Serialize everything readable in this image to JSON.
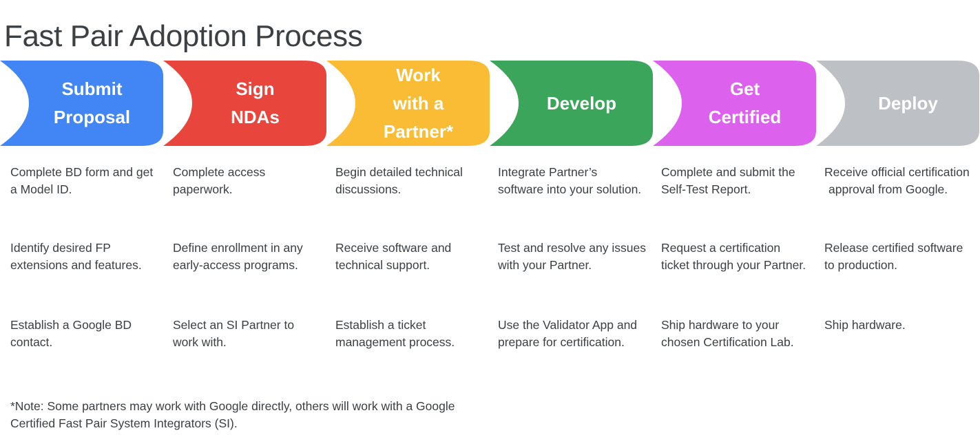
{
  "page": {
    "title": "Fast Pair Adoption Process",
    "background_color": "#ffffff",
    "text_color": "#3c4043"
  },
  "stages": [
    {
      "label": "Submit\nProposal",
      "color": "#4285f4",
      "name": "submit-proposal",
      "items": [
        "Complete BD form and get a Model ID.",
        "Identify desired FP extensions and features.",
        "Establish a Google BD contact."
      ]
    },
    {
      "label": "Sign\nNDAs",
      "color": "#e8453c",
      "name": "sign-ndas",
      "items": [
        "Complete access paperwork.",
        "Define enrollment in any early-access programs.",
        "Select an SI Partner to work with."
      ]
    },
    {
      "label": "Work\nwith a\nPartner*",
      "color": "#f9bc34",
      "name": "work-with-a-partner",
      "items": [
        "Begin detailed technical discussions.",
        "Receive software and technical support.",
        "Establish a ticket management process."
      ]
    },
    {
      "label": "Develop",
      "color": "#3ca55c",
      "name": "develop",
      "items": [
        "Integrate Partner’s software into your solution.",
        "Test and resolve any issues with your Partner.",
        "Use the Validator App and prepare for certification."
      ]
    },
    {
      "label": "Get\nCertified",
      "color": "#dc62ee",
      "name": "get-certified",
      "items": [
        "Complete and submit the Self-Test Report.",
        "Request a certification ticket through your Partner.",
        "Ship hardware to your chosen Certification Lab."
      ]
    },
    {
      "label": "Deploy",
      "color": "#bdc1c6",
      "name": "deploy",
      "items": [
        "Receive official certification approval from Google.",
        "Release certified software to production.",
        "Ship hardware."
      ]
    }
  ],
  "footnote": "*Note: Some partners may work with Google directly, others will work with a Google Certified Fast Pair System Integrators (SI)."
}
